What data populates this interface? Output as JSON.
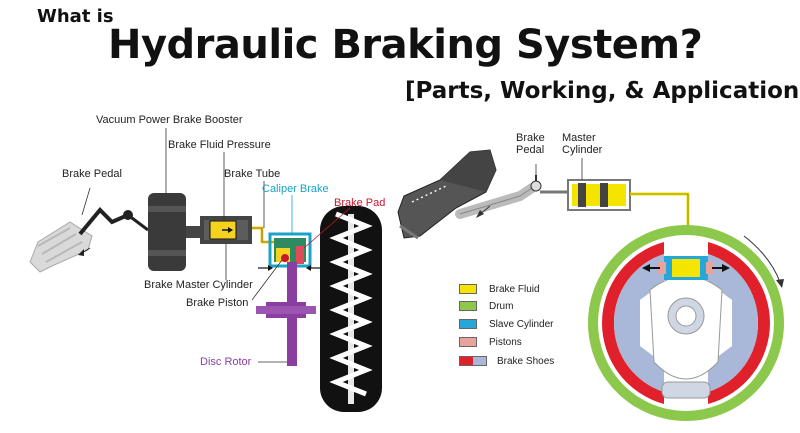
{
  "header": {
    "kicker": "What is",
    "title": "Hydraulic Braking System?",
    "subtitle": "[Parts, Working, & Applications]"
  },
  "disc_brake_diagram": {
    "labels": {
      "vacuum_booster": "Vacuum Power Brake Booster",
      "fluid_pressure": "Brake Fluid Pressure",
      "brake_pedal": "Brake Pedal",
      "brake_tube": "Brake Tube",
      "caliper_brake": "Caliper Brake",
      "brake_pad": "Brake Pad",
      "master_cylinder": "Brake Master Cylinder",
      "brake_piston": "Brake Piston",
      "disc_rotor": "Disc Rotor"
    }
  },
  "drum_brake_diagram": {
    "labels": {
      "brake_pedal": "Brake\nPedal",
      "master_cylinder": "Master\nCylinder"
    },
    "legend": [
      {
        "label": "Brake Fluid",
        "color": "#f5e400"
      },
      {
        "label": "Drum",
        "color": "#8cc84b"
      },
      {
        "label": "Slave Cylinder",
        "color": "#27a6d9"
      },
      {
        "label": "Pistons",
        "color": "#e8a39a"
      },
      {
        "label": "Brake Shoes",
        "colors": [
          "#e0202a",
          "#a9b8d8"
        ]
      }
    ]
  }
}
